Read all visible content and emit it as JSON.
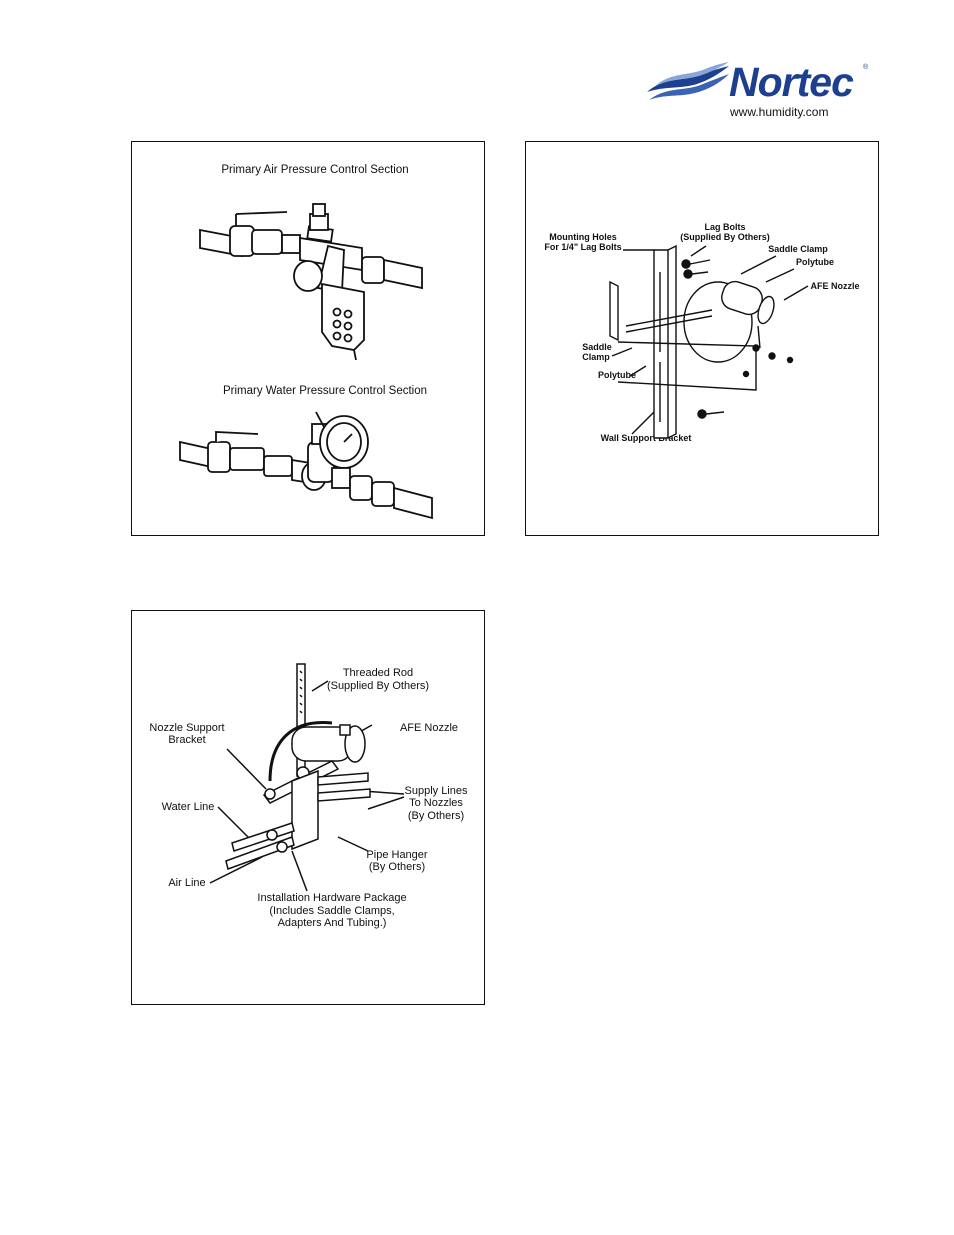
{
  "brand": {
    "name": "Nortec",
    "registered": "®",
    "url": "www.humidity.com",
    "color": "#1c3f8f"
  },
  "panel1": {
    "air_title": "Primary Air Pressure Control Section",
    "water_title": "Primary Water Pressure Control Section"
  },
  "panel2": {
    "mounting_holes_1": "Mounting Holes",
    "mounting_holes_2": "For 1/4\" Lag Bolts",
    "lag_bolts_1": "Lag Bolts",
    "lag_bolts_2": "(Supplied By Others)",
    "saddle_clamp_right": "Saddle Clamp",
    "polytube_right": "Polytube",
    "afe_nozzle": "AFE Nozzle",
    "saddle_left_1": "Saddle",
    "saddle_left_2": "Clamp",
    "polytube_left": "Polytube",
    "wall_support": "Wall Support Bracket"
  },
  "panel3": {
    "threaded_rod_1": "Threaded Rod",
    "threaded_rod_2": "(Supplied By Others)",
    "nozzle_support_1": "Nozzle Support",
    "nozzle_support_2": "Bracket",
    "afe_nozzle": "AFE Nozzle",
    "supply_lines_1": "Supply Lines",
    "supply_lines_2": "To Nozzles",
    "supply_lines_3": "(By Others)",
    "water_line": "Water Line",
    "pipe_hanger_1": "Pipe Hanger",
    "pipe_hanger_2": "(By Others)",
    "air_line": "Air Line",
    "hardware_1": "Installation Hardware Package",
    "hardware_2": "(Includes Saddle Clamps,",
    "hardware_3": "Adapters And Tubing.)"
  }
}
